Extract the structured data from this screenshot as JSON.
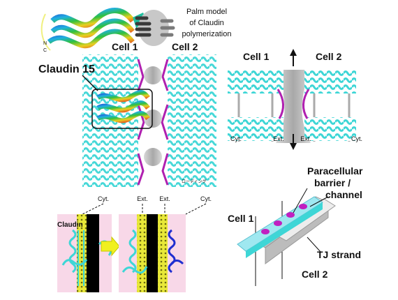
{
  "palm": {
    "line1": "Palm model",
    "line2": "of Claudin",
    "line3": "polymerization",
    "color": "#8a7a5a"
  },
  "main": {
    "claudin15": "Claudin 15",
    "cell1": "Cell 1",
    "cell2": "Cell 2",
    "cyt_left": "Cyt.",
    "ext_left": "Ext.",
    "ext_right": "Ext.",
    "cyt_right": "Cyt.",
    "loading_label": "ローディング",
    "n_label": "N",
    "c_label": "C"
  },
  "side": {
    "cell1": "Cell 1",
    "cell2": "Cell 2",
    "cyt_left": "Cyt.",
    "ext_left": "Ext.",
    "ext_right": "Ext.",
    "cyt_right": "Cyt."
  },
  "schematic": {
    "claudin": "Claudin"
  },
  "tj": {
    "barrier_line1": "Paracellular",
    "barrier_line2": "barrier /",
    "barrier_line3": "channel",
    "cell1": "Cell 1",
    "strand": "TJ strand",
    "cell2": "Cell 2"
  },
  "colors": {
    "helix": "#3ed6d6",
    "pore": "#c0c0c0",
    "magenta": "#b020b0",
    "pink_bg": "#f8d8e8",
    "membrane": "#e8e838"
  }
}
